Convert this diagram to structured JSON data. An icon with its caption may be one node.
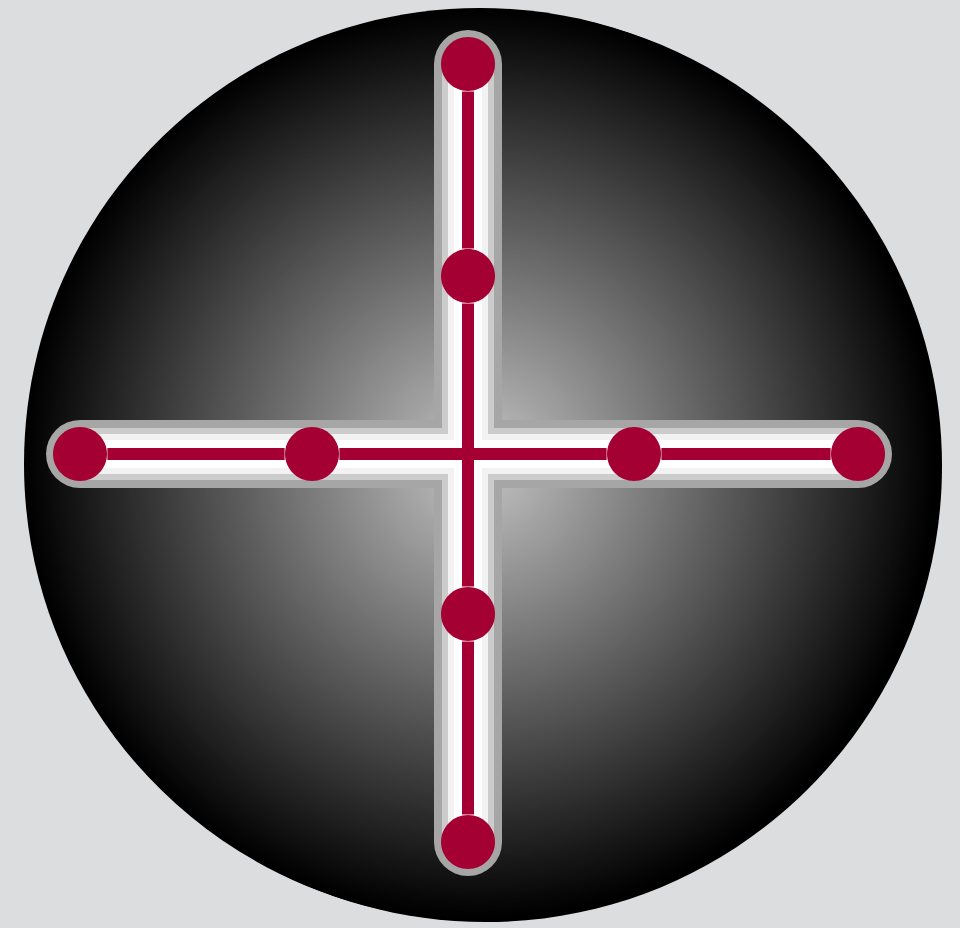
{
  "diagram": {
    "nodes": [
      {
        "text": [],
        "shape": "circle"
      },
      {
        "text": [],
        "shape": "circle"
      },
      {
        "text": [],
        "shape": "circle"
      },
      {
        "text": [],
        "shape": "circle"
      },
      {
        "text": [],
        "shape": "circle"
      },
      {
        "text": [],
        "shape": "circle"
      },
      {
        "text": [],
        "shape": "circle"
      },
      {
        "text": [],
        "shape": "circle"
      }
    ],
    "edges": [
      {
        "from": 0,
        "to": 1,
        "arrow": "none"
      },
      {
        "from": 1,
        "to": 6,
        "arrow": "none"
      },
      {
        "from": 6,
        "to": 7,
        "arrow": "none"
      },
      {
        "from": 2,
        "to": 3,
        "arrow": "none"
      },
      {
        "from": 3,
        "to": 4,
        "arrow": "none"
      },
      {
        "from": 4,
        "to": 5,
        "arrow": "none"
      }
    ]
  }
}
